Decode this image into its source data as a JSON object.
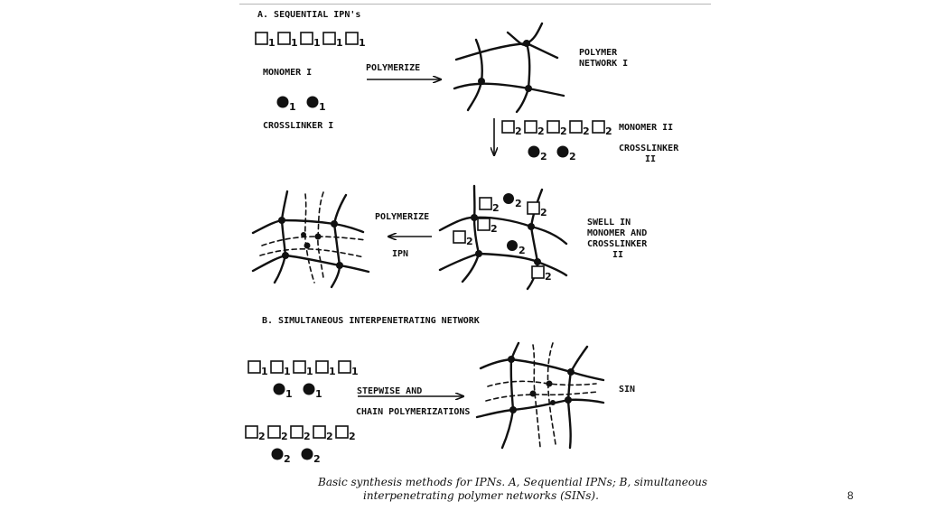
{
  "section_a": {
    "title": "A.  SEQUENTIAL IPN's",
    "monomer_1": "MONOMER I",
    "crosslinker_1": "CROSSLINKER I",
    "polymerize_1": "POLYMERIZE",
    "polymer_network_line1": "POLYMER",
    "polymer_network_line2": "NETWORK I",
    "monomer_2": "MONOMER II",
    "crosslinker_2_line1": "CROSSLINKER",
    "crosslinker_2_line2": "II",
    "swell_line1": "SWELL IN",
    "swell_line2": "MONOMER AND",
    "swell_line3": "CROSSLINKER",
    "swell_line4": "II",
    "polymerize_2": "POLYMERIZE",
    "ipn": "IPN"
  },
  "section_b": {
    "title": "B.  SIMULTANEOUS INTERPENETRATING NETWORK",
    "stepwise": "STEPWISE AND",
    "chain": "CHAIN POLYMERIZATIONS",
    "sin": "SIN"
  },
  "subscripts": {
    "one": "1",
    "two": "2"
  },
  "caption": {
    "line1": "Basic synthesis methods for IPNs. A, Sequential IPNs; B, simultaneous",
    "line2": "interpenetrating polymer networks (SINs)."
  },
  "page_number": "8"
}
